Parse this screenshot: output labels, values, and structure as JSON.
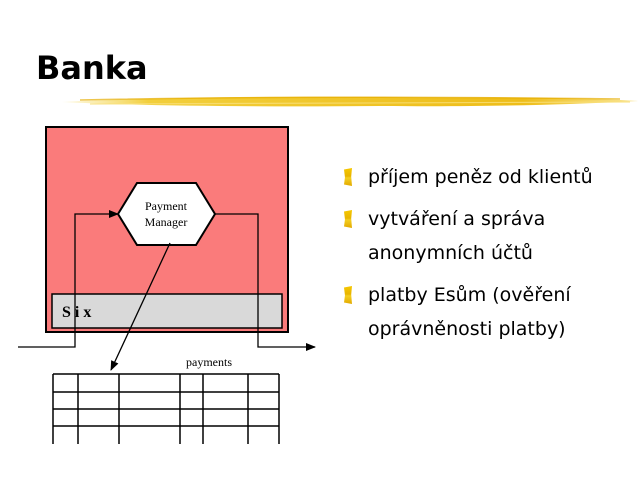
{
  "title": "Banka",
  "colors": {
    "bank_box": "#fa7b7b",
    "six_bar": "#d9d9d9",
    "brush": "#f0c020"
  },
  "diagram": {
    "payment_manager_lines": [
      "Payment",
      "Manager"
    ],
    "six_label": "S i x",
    "payments_label": "payments"
  },
  "bullets": [
    {
      "lines": [
        "příjem peněz od klientů"
      ]
    },
    {
      "lines": [
        "vytváření a správa",
        "anonymních účtů"
      ]
    },
    {
      "lines": [
        "platby Esům (ověření",
        "oprávněnosti platby)"
      ]
    }
  ]
}
